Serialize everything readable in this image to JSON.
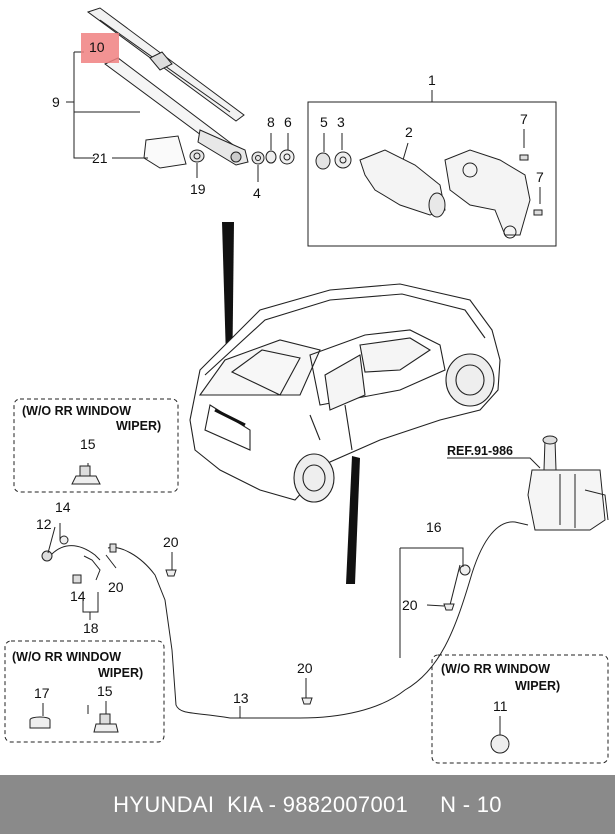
{
  "callouts": {
    "c1": "1",
    "c2": "2",
    "c3": "3",
    "c4": "4",
    "c5": "5",
    "c6": "6",
    "c7a": "7",
    "c7b": "7",
    "c8": "8",
    "c9": "9",
    "c10": "10",
    "c11": "11",
    "c12": "12",
    "c13": "13",
    "c14a": "14",
    "c14b": "14",
    "c15a": "15",
    "c15b": "15",
    "c16": "16",
    "c17": "17",
    "c18": "18",
    "c19": "19",
    "c20a": "20",
    "c20b": "20",
    "c20c": "20",
    "c20d": "20",
    "c21": "21"
  },
  "boxes": {
    "top_left": {
      "line1": "(W/O RR WINDOW",
      "line2": "WIPER)"
    },
    "bottom_left": {
      "line1": "(W/O RR WINDOW",
      "line2": "WIPER)"
    },
    "bottom_right": {
      "line1": "(W/O RR WINDOW",
      "line2": "WIPER)"
    }
  },
  "ref_label": "REF.91-986",
  "footer": {
    "text": "HYUNDAI  KIA - 9882007001     N - 10"
  },
  "colors": {
    "highlight": "#f08080",
    "footer_bg": "#8a8a8a",
    "footer_text": "#ffffff"
  }
}
